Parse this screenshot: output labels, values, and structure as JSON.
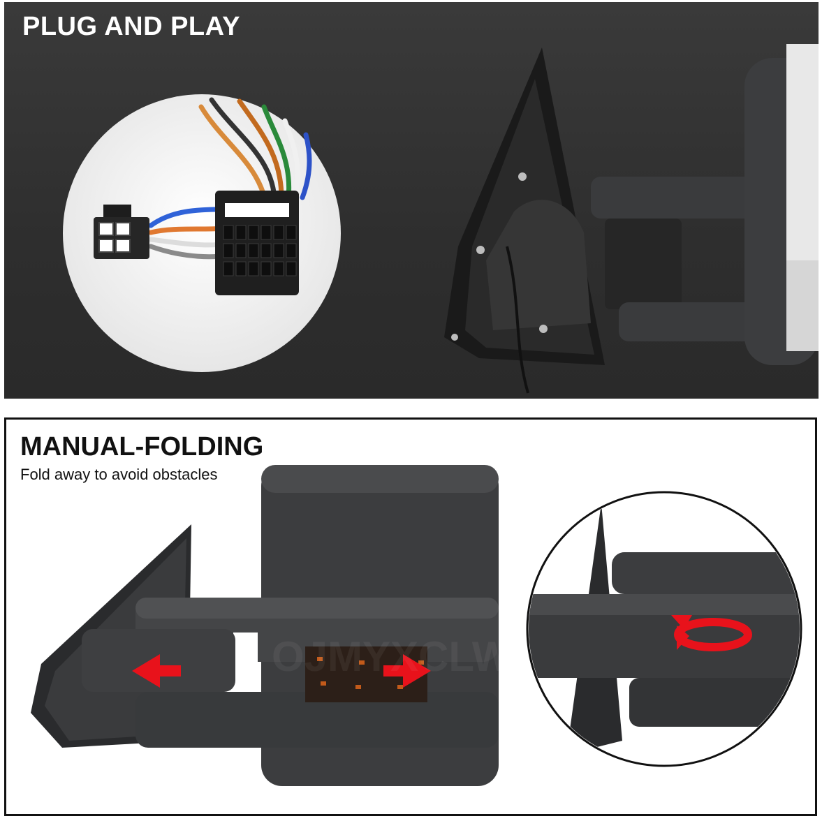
{
  "top_panel": {
    "title": "PLUG AND PLAY"
  },
  "bottom_panel": {
    "title": "MANUAL-FOLDING",
    "subtitle": "Fold away to avoid obstacles"
  },
  "watermark": "OJMYXCLW",
  "colors": {
    "dark_bg": "#2e2e2e",
    "mirror_body": "#3c3d3f",
    "arrow_red": "#e8121b",
    "connector": "#1f1f1f"
  }
}
